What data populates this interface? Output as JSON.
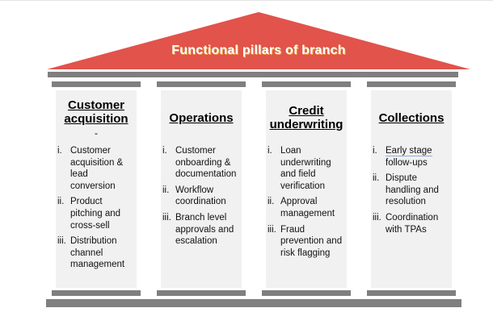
{
  "roof": {
    "title": "Functional pillars of branch"
  },
  "colors": {
    "roof_fill": "#e1534b",
    "bar_gray": "#7f7f7f",
    "pillar_bg": "#f1f1f1",
    "title_text": "#ffffff",
    "title_shadow": "#eda338"
  },
  "pillars": [
    {
      "title": "Customer acquisition",
      "subtitle": "-",
      "items": [
        {
          "marker": "i.",
          "text": "Customer acquisition & lead conversion"
        },
        {
          "marker": "ii.",
          "text": "Product pitching and cross-sell"
        },
        {
          "marker": "iii.",
          "text": "Distribution channel management"
        }
      ]
    },
    {
      "title": "Operations",
      "items": [
        {
          "marker": "i.",
          "text": "Customer onboarding & documentation"
        },
        {
          "marker": "ii.",
          "text": "Workflow coordination"
        },
        {
          "marker": "iii.",
          "text": "Branch level approvals and escalation"
        }
      ]
    },
    {
      "title": "Credit underwriting",
      "items": [
        {
          "marker": "i.",
          "text": "Loan underwriting and field verification"
        },
        {
          "marker": "ii.",
          "text": "Approval management"
        },
        {
          "marker": "iii.",
          "text": "Fraud prevention and risk flagging"
        }
      ]
    },
    {
      "title": "Collections",
      "items": [
        {
          "marker": "i.",
          "underlined": "Early stage",
          "text": " follow-ups"
        },
        {
          "marker": "ii.",
          "text": "Dispute handling and resolution"
        },
        {
          "marker": "iii.",
          "text": "Coordination with TPAs"
        }
      ]
    }
  ]
}
